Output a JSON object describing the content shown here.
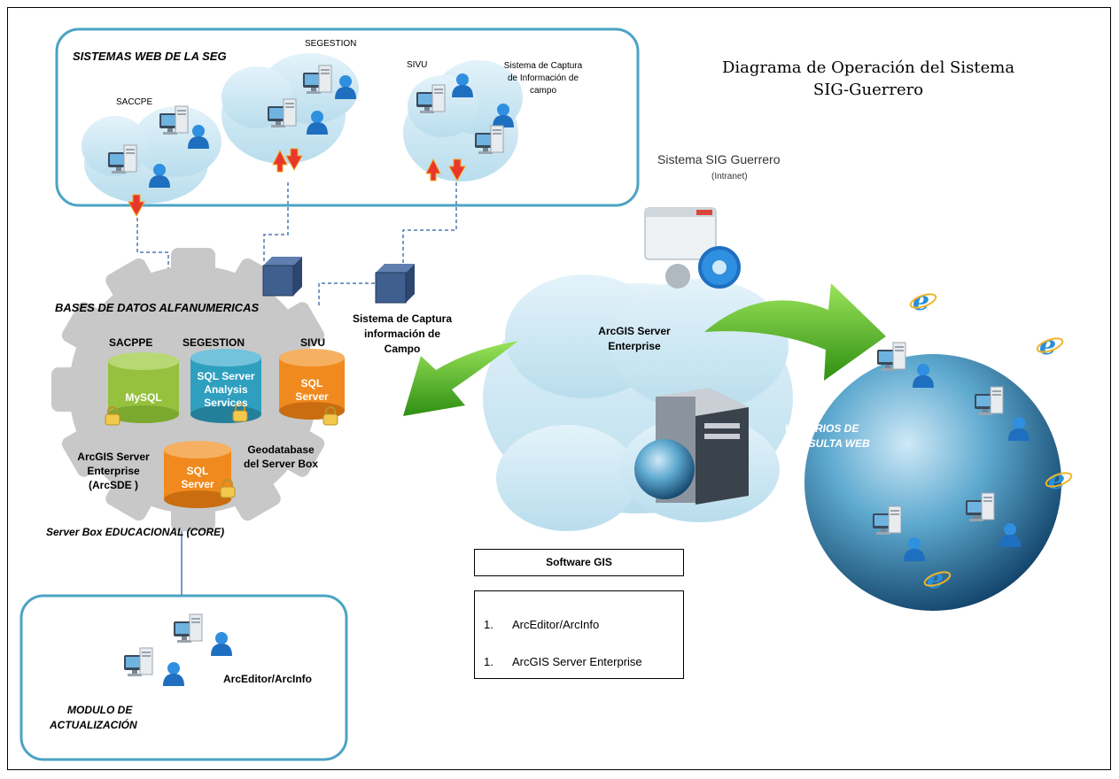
{
  "title_line1": "Diagrama de Operación del Sistema",
  "title_line2": "SIG-Guerrero",
  "sig_label": "Sistema SIG Guerrero",
  "sig_sub": "(Intranet)",
  "web_systems": {
    "title": "SISTEMAS WEB DE LA SEG",
    "saccpe": "SACCPE",
    "segestion": "SEGESTION",
    "sivu": "SIVU",
    "captura_l1": "Sistema de Captura",
    "captura_l2": "de Información de",
    "captura_l3": "campo"
  },
  "databases": {
    "title": "BASES DE DATOS ALFANUMERICAS",
    "sacppe": "SACPPE",
    "segestion": "SEGESTION",
    "sivu": "SIVU",
    "mysql": "MySQL",
    "sqlas_l1": "SQL Server",
    "sqlas_l2": "Analysis",
    "sqlas_l3": "Services",
    "sql1_l1": "SQL",
    "sql1_l2": "Server",
    "sql2_l1": "SQL",
    "sql2_l2": "Server",
    "arcgis_l1": "ArcGIS Server",
    "arcgis_l2": "Enterprise",
    "arcgis_l3": "(ArcSDE )",
    "geodb_l1": "Geodatabase",
    "geodb_l2": "del Server Box",
    "core": "Server Box EDUCACIONAL (CORE)"
  },
  "captura_campo": {
    "l1": "Sistema de Captura",
    "l2": "información de",
    "l3": "Campo"
  },
  "arcgis_cloud": {
    "l1": "ArcGIS Server",
    "l2": "Enterprise"
  },
  "usuarios": {
    "l1": "USUARIOS DE",
    "l2": "CONSULTA WEB"
  },
  "software": {
    "title": "Software GIS",
    "items": [
      "ArcEditor/ArcInfo",
      "ArcGIS Server Enterprise"
    ],
    "num": "1."
  },
  "modulo": {
    "l1": "MODULO DE",
    "l2": "ACTUALIZACIÓN",
    "editor": "ArcEditor/ArcInfo"
  },
  "colors": {
    "frame": "#4ba3c3",
    "cloud": "#c9e6f2",
    "gear": "#c8c8c8",
    "arrow": "#4fb01e",
    "mysql": "#95c13e",
    "sqlas": "#2f9fbf",
    "sql": "#f08a1e",
    "cube": "#3f5f8f"
  },
  "icons": [
    "computer-icon",
    "user-icon",
    "database-icon",
    "lock-icon",
    "cube-icon",
    "globe-icon",
    "server-icon",
    "ie-icon",
    "gear-icon",
    "cloud-icon",
    "arrow-icon"
  ]
}
